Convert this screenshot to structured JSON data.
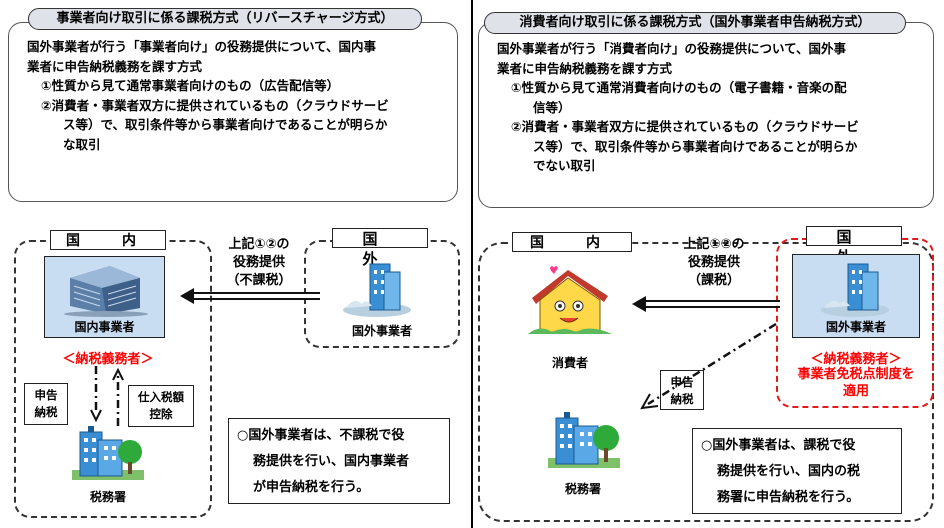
{
  "left": {
    "title": "事業者向け取引に係る課税方式（リバースチャージ方式）",
    "desc": {
      "line1": "国外事業者が行う「事業者向け」の役務提供について、国内事",
      "line2": "業者に申告納税義務を課す方式",
      "item1": "①性質から見て通常事業者向けのもの（広告配信等）",
      "item2a": "②消費者・事業者双方に提供されているもの（クラウドサービ",
      "item2b": "ス等）で、取引条件等から事業者向けであることが明らか",
      "item2c": "な取引"
    },
    "domestic_label": "国　内",
    "foreign_label": "国　外",
    "domestic_entity": "国内事業者",
    "foreign_entity": "国外事業者",
    "obligor": "＜納税義務者＞",
    "arrow_text": [
      "上記①②の",
      "役務提供",
      "（不課税）"
    ],
    "tax_return": [
      "申告",
      "納税"
    ],
    "input_tax": [
      "仕入税額",
      "控除"
    ],
    "tax_office": "税務署",
    "note": [
      "○国外事業者は、不課税で役",
      "務提供を行い、国内事業者",
      "が申告納税を行う。"
    ]
  },
  "right": {
    "title": "消費者向け取引に係る課税方式（国外事業者申告納税方式）",
    "desc": {
      "line1": "国外事業者が行う「消費者向け」の役務提供について、国外事",
      "line2": "業者に申告納税義務を課す方式",
      "item1a": "①性質から見て通常消費者向けのもの（電子書籍・音楽の配",
      "item1b": "信等）",
      "item2a": "②消費者・事業者双方に提供されているもの（クラウドサービ",
      "item2b": "ス等）で、取引条件等から事業者向けであることが明らか",
      "item2c": "でない取引"
    },
    "domestic_label": "国　内",
    "foreign_label": "国　外",
    "consumer": "消費者",
    "foreign_entity": "国外事業者",
    "obligor": "＜納税義務者＞",
    "exemption": [
      "事業者免税点制度を",
      "適用"
    ],
    "arrow_text": [
      "上記①②の",
      "役務提供",
      "（課税）"
    ],
    "tax_return": [
      "申告",
      "納税"
    ],
    "tax_office": "税務署",
    "note": [
      "○国外事業者は、課税で役",
      "務提供を行い、国内の税",
      "務署に申告納税を行う。"
    ]
  },
  "colors": {
    "red": "#ff0000",
    "panel_blue": "#c9ddf2",
    "title_gray": "#dfe2e8"
  }
}
